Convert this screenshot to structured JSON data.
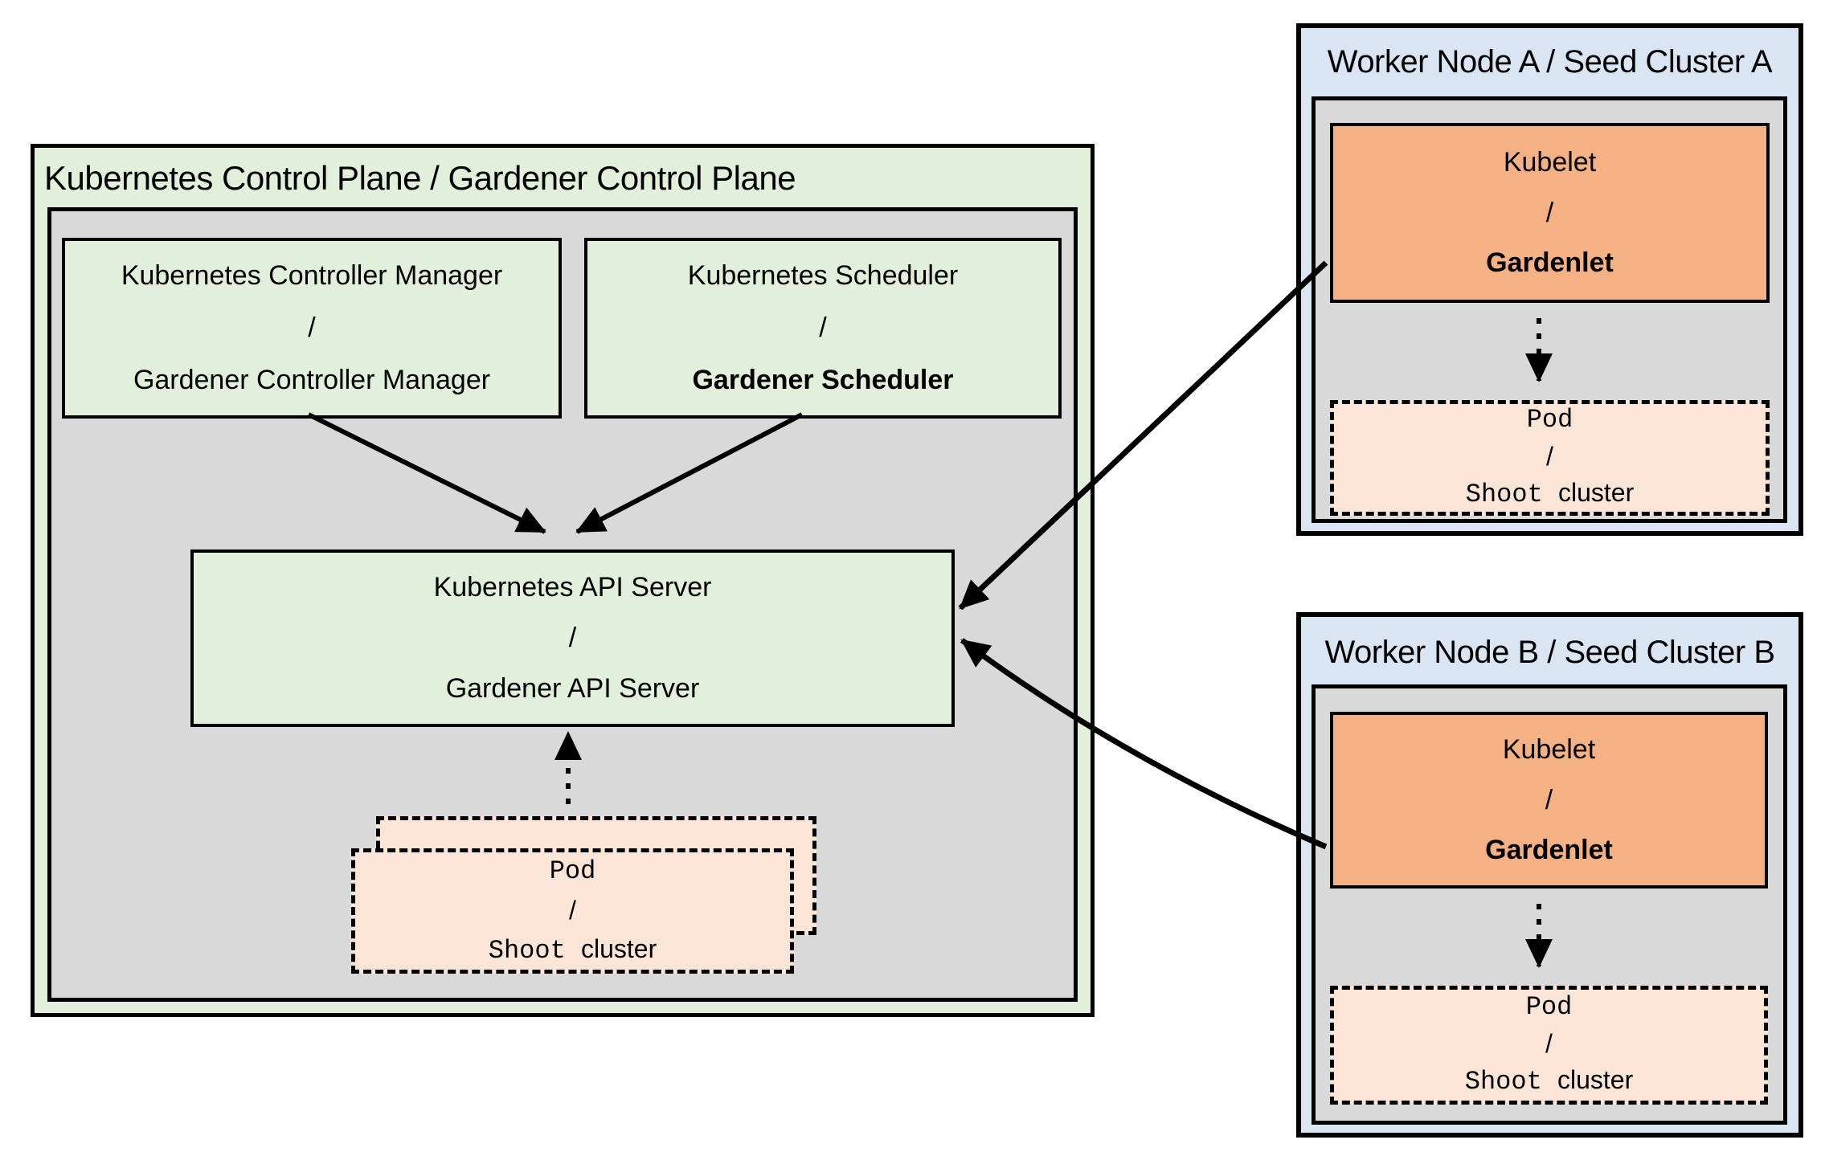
{
  "colors": {
    "light_green": "#e2efda",
    "gray_panel": "#d9d9d9",
    "light_blue": "#dae5f3",
    "orange": "#f4b183",
    "peach": "#fbe5d6",
    "line": "#000000"
  },
  "control_plane": {
    "title": "Kubernetes Control Plane / Gardener Control Plane",
    "controller_manager": {
      "top": "Kubernetes Controller Manager",
      "sep": "/",
      "bottom": "Gardener Controller Manager"
    },
    "scheduler": {
      "top": "Kubernetes Scheduler",
      "sep": "/",
      "bottom": "Gardener Scheduler"
    },
    "api_server": {
      "top": "Kubernetes API Server",
      "sep": "/",
      "bottom": "Gardener API Server"
    },
    "pod": {
      "top": "Pod",
      "sep": "/",
      "bottom_mono": "Shoot ",
      "bottom_sans": "cluster"
    }
  },
  "worker_node_a": {
    "title": "Worker Node A / Seed Cluster A",
    "kubelet": {
      "top": "Kubelet",
      "sep": "/",
      "bottom": "Gardenlet"
    },
    "pod": {
      "top": "Pod",
      "sep": "/",
      "bottom_mono": "Shoot ",
      "bottom_sans": "cluster"
    }
  },
  "worker_node_b": {
    "title": "Worker Node B / Seed Cluster B",
    "kubelet": {
      "top": "Kubelet",
      "sep": "/",
      "bottom": "Gardenlet"
    },
    "pod": {
      "top": "Pod",
      "sep": "/",
      "bottom_mono": "Shoot ",
      "bottom_sans": "cluster"
    }
  }
}
